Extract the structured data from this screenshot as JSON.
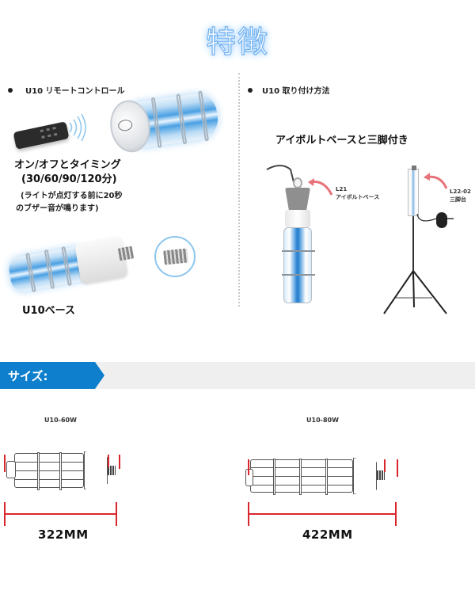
{
  "title": "特徴",
  "left_panel": {
    "heading": "U10 リモートコントロール",
    "feature_title": "オン/オフとタイミング",
    "feature_timing": "(30/60/90/120分)",
    "feature_note_line1": "(ライトが点灯する前に20秒",
    "feature_note_line2": "のブザー音が鳴ります)",
    "base_label": "U10ベース"
  },
  "right_panel": {
    "heading": "U10 取り付け方法",
    "subtitle": "アイボルトベースと三脚付き",
    "callout_eyebolt": {
      "code": "L21",
      "name": "アイボルトベース"
    },
    "callout_tripod": {
      "code": "L22-02",
      "name": "三脚台"
    }
  },
  "size_section": {
    "banner": "サイズ:",
    "models": [
      {
        "name": "U10-60W",
        "length": "322MM"
      },
      {
        "name": "U10-80W",
        "length": "422MM"
      }
    ]
  },
  "colors": {
    "accent_blue": "#0d7fcc",
    "banner_gray": "#efefef",
    "dimension_red": "#d9262c",
    "title_glow": "#6fb0f0"
  }
}
